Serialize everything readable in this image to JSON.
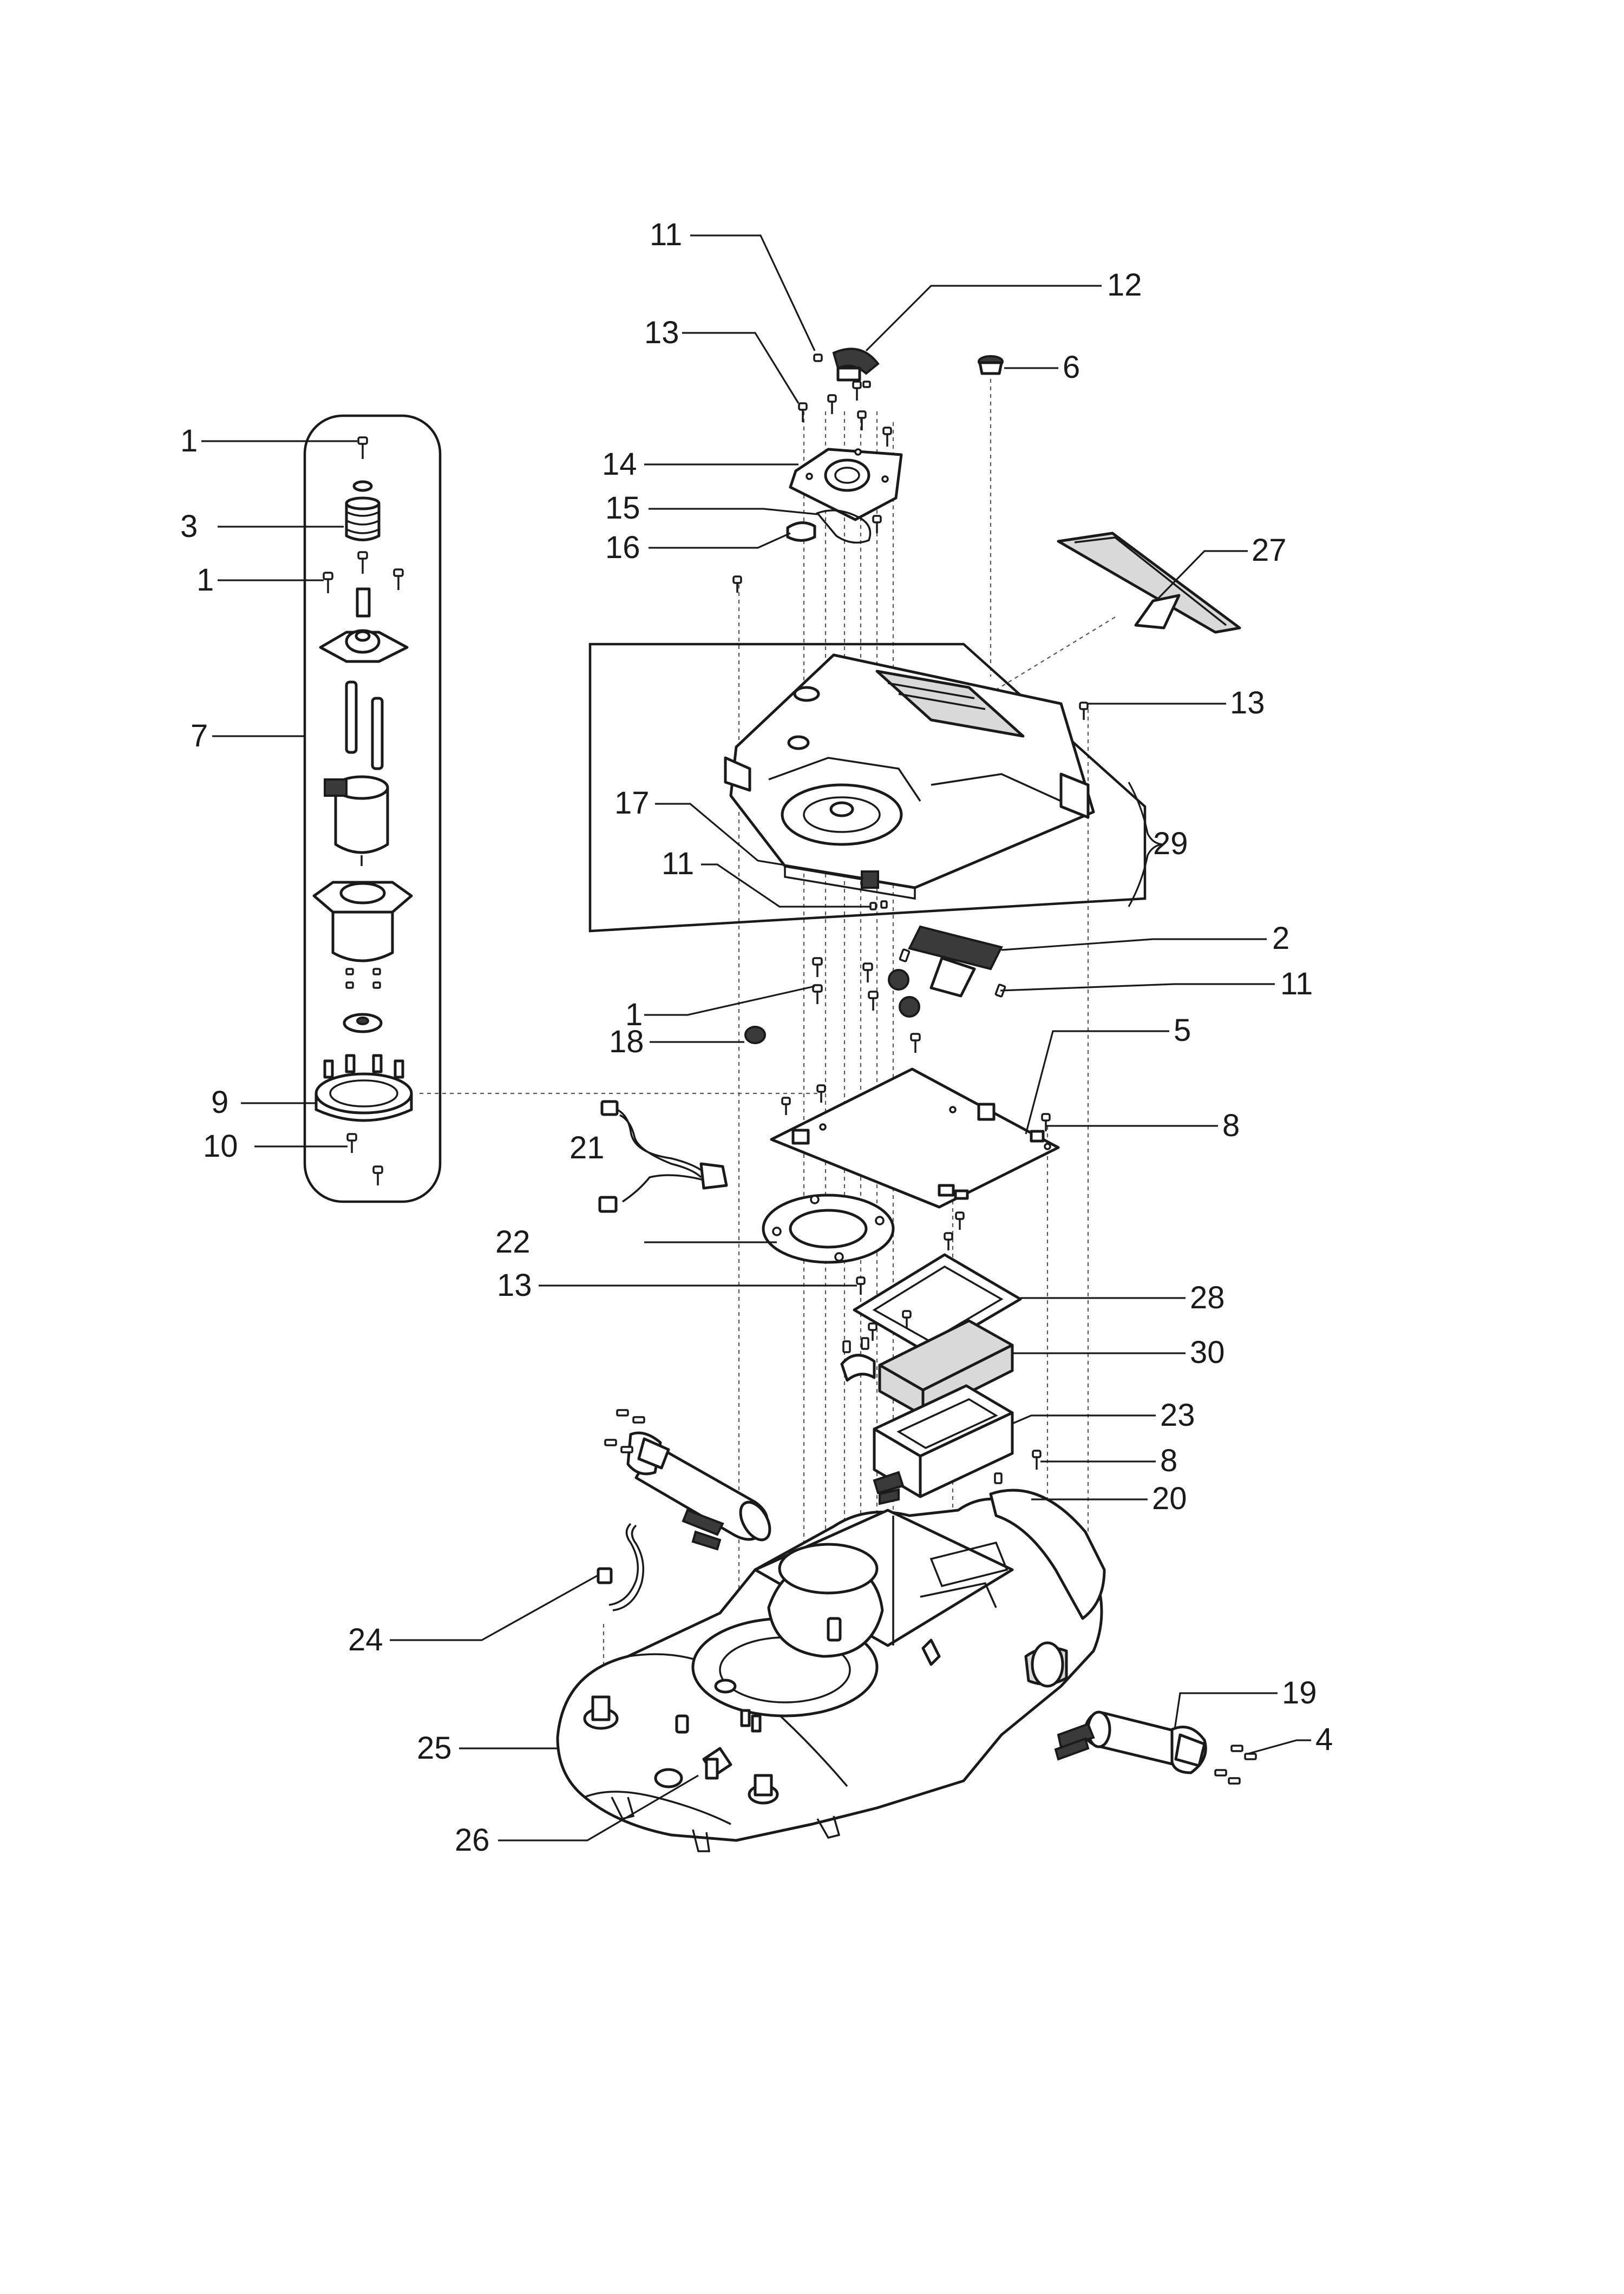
{
  "diagram": {
    "callouts": [
      {
        "id": "c-11-top",
        "label": "11"
      },
      {
        "id": "c-12",
        "label": "12"
      },
      {
        "id": "c-13-top",
        "label": "13"
      },
      {
        "id": "c-6",
        "label": "6"
      },
      {
        "id": "c-1-a",
        "label": "1"
      },
      {
        "id": "c-14",
        "label": "14"
      },
      {
        "id": "c-3",
        "label": "3"
      },
      {
        "id": "c-15",
        "label": "15"
      },
      {
        "id": "c-16",
        "label": "16"
      },
      {
        "id": "c-27",
        "label": "27"
      },
      {
        "id": "c-1-b",
        "label": "1"
      },
      {
        "id": "c-13-right",
        "label": "13"
      },
      {
        "id": "c-7",
        "label": "7"
      },
      {
        "id": "c-17",
        "label": "17"
      },
      {
        "id": "c-29",
        "label": "29"
      },
      {
        "id": "c-11-mid",
        "label": "11"
      },
      {
        "id": "c-2",
        "label": "2"
      },
      {
        "id": "c-11-right",
        "label": "11"
      },
      {
        "id": "c-1-c",
        "label": "1"
      },
      {
        "id": "c-5",
        "label": "5"
      },
      {
        "id": "c-18",
        "label": "18"
      },
      {
        "id": "c-9",
        "label": "9"
      },
      {
        "id": "c-8-a",
        "label": "8"
      },
      {
        "id": "c-10",
        "label": "10"
      },
      {
        "id": "c-21",
        "label": "21"
      },
      {
        "id": "c-22",
        "label": "22"
      },
      {
        "id": "c-13-mid",
        "label": "13"
      },
      {
        "id": "c-28",
        "label": "28"
      },
      {
        "id": "c-30",
        "label": "30"
      },
      {
        "id": "c-23",
        "label": "23"
      },
      {
        "id": "c-8-b",
        "label": "8"
      },
      {
        "id": "c-20",
        "label": "20"
      },
      {
        "id": "c-24",
        "label": "24"
      },
      {
        "id": "c-19",
        "label": "19"
      },
      {
        "id": "c-25",
        "label": "25"
      },
      {
        "id": "c-4",
        "label": "4"
      },
      {
        "id": "c-26",
        "label": "26"
      }
    ]
  }
}
